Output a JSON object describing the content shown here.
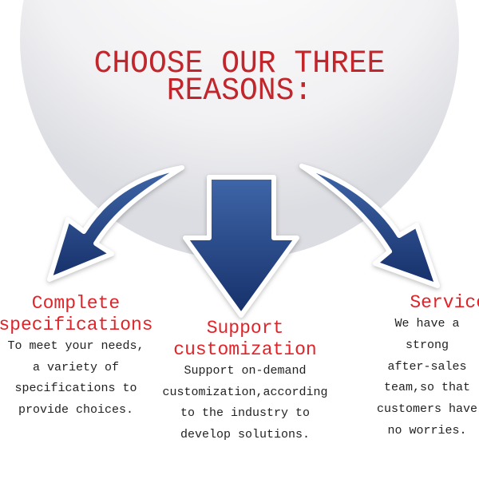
{
  "title": {
    "line1": "CHOOSE OUR THREE",
    "line2": "REASONS:"
  },
  "colors": {
    "title": "#c0262b",
    "heading": "#e0242a",
    "arrow": "#1c3a78",
    "body": "#222222"
  },
  "reasons": [
    {
      "heading_lines": [
        "Complete",
        "specifications"
      ],
      "body_lines": [
        "To meet your needs,",
        "a variety of",
        "specifications to",
        "provide choices."
      ],
      "icon": "arrow-down-left-icon"
    },
    {
      "heading_lines": [
        "Support",
        "customization"
      ],
      "body_lines": [
        "Support on-demand",
        "customization,according",
        "to the industry to",
        "develop solutions."
      ],
      "icon": "arrow-down-icon"
    },
    {
      "heading_lines": [
        "Service"
      ],
      "body_lines": [
        "We have a",
        "strong",
        "after-sales",
        "team,so that",
        "customers have",
        "no worries."
      ],
      "icon": "arrow-down-right-icon"
    }
  ]
}
